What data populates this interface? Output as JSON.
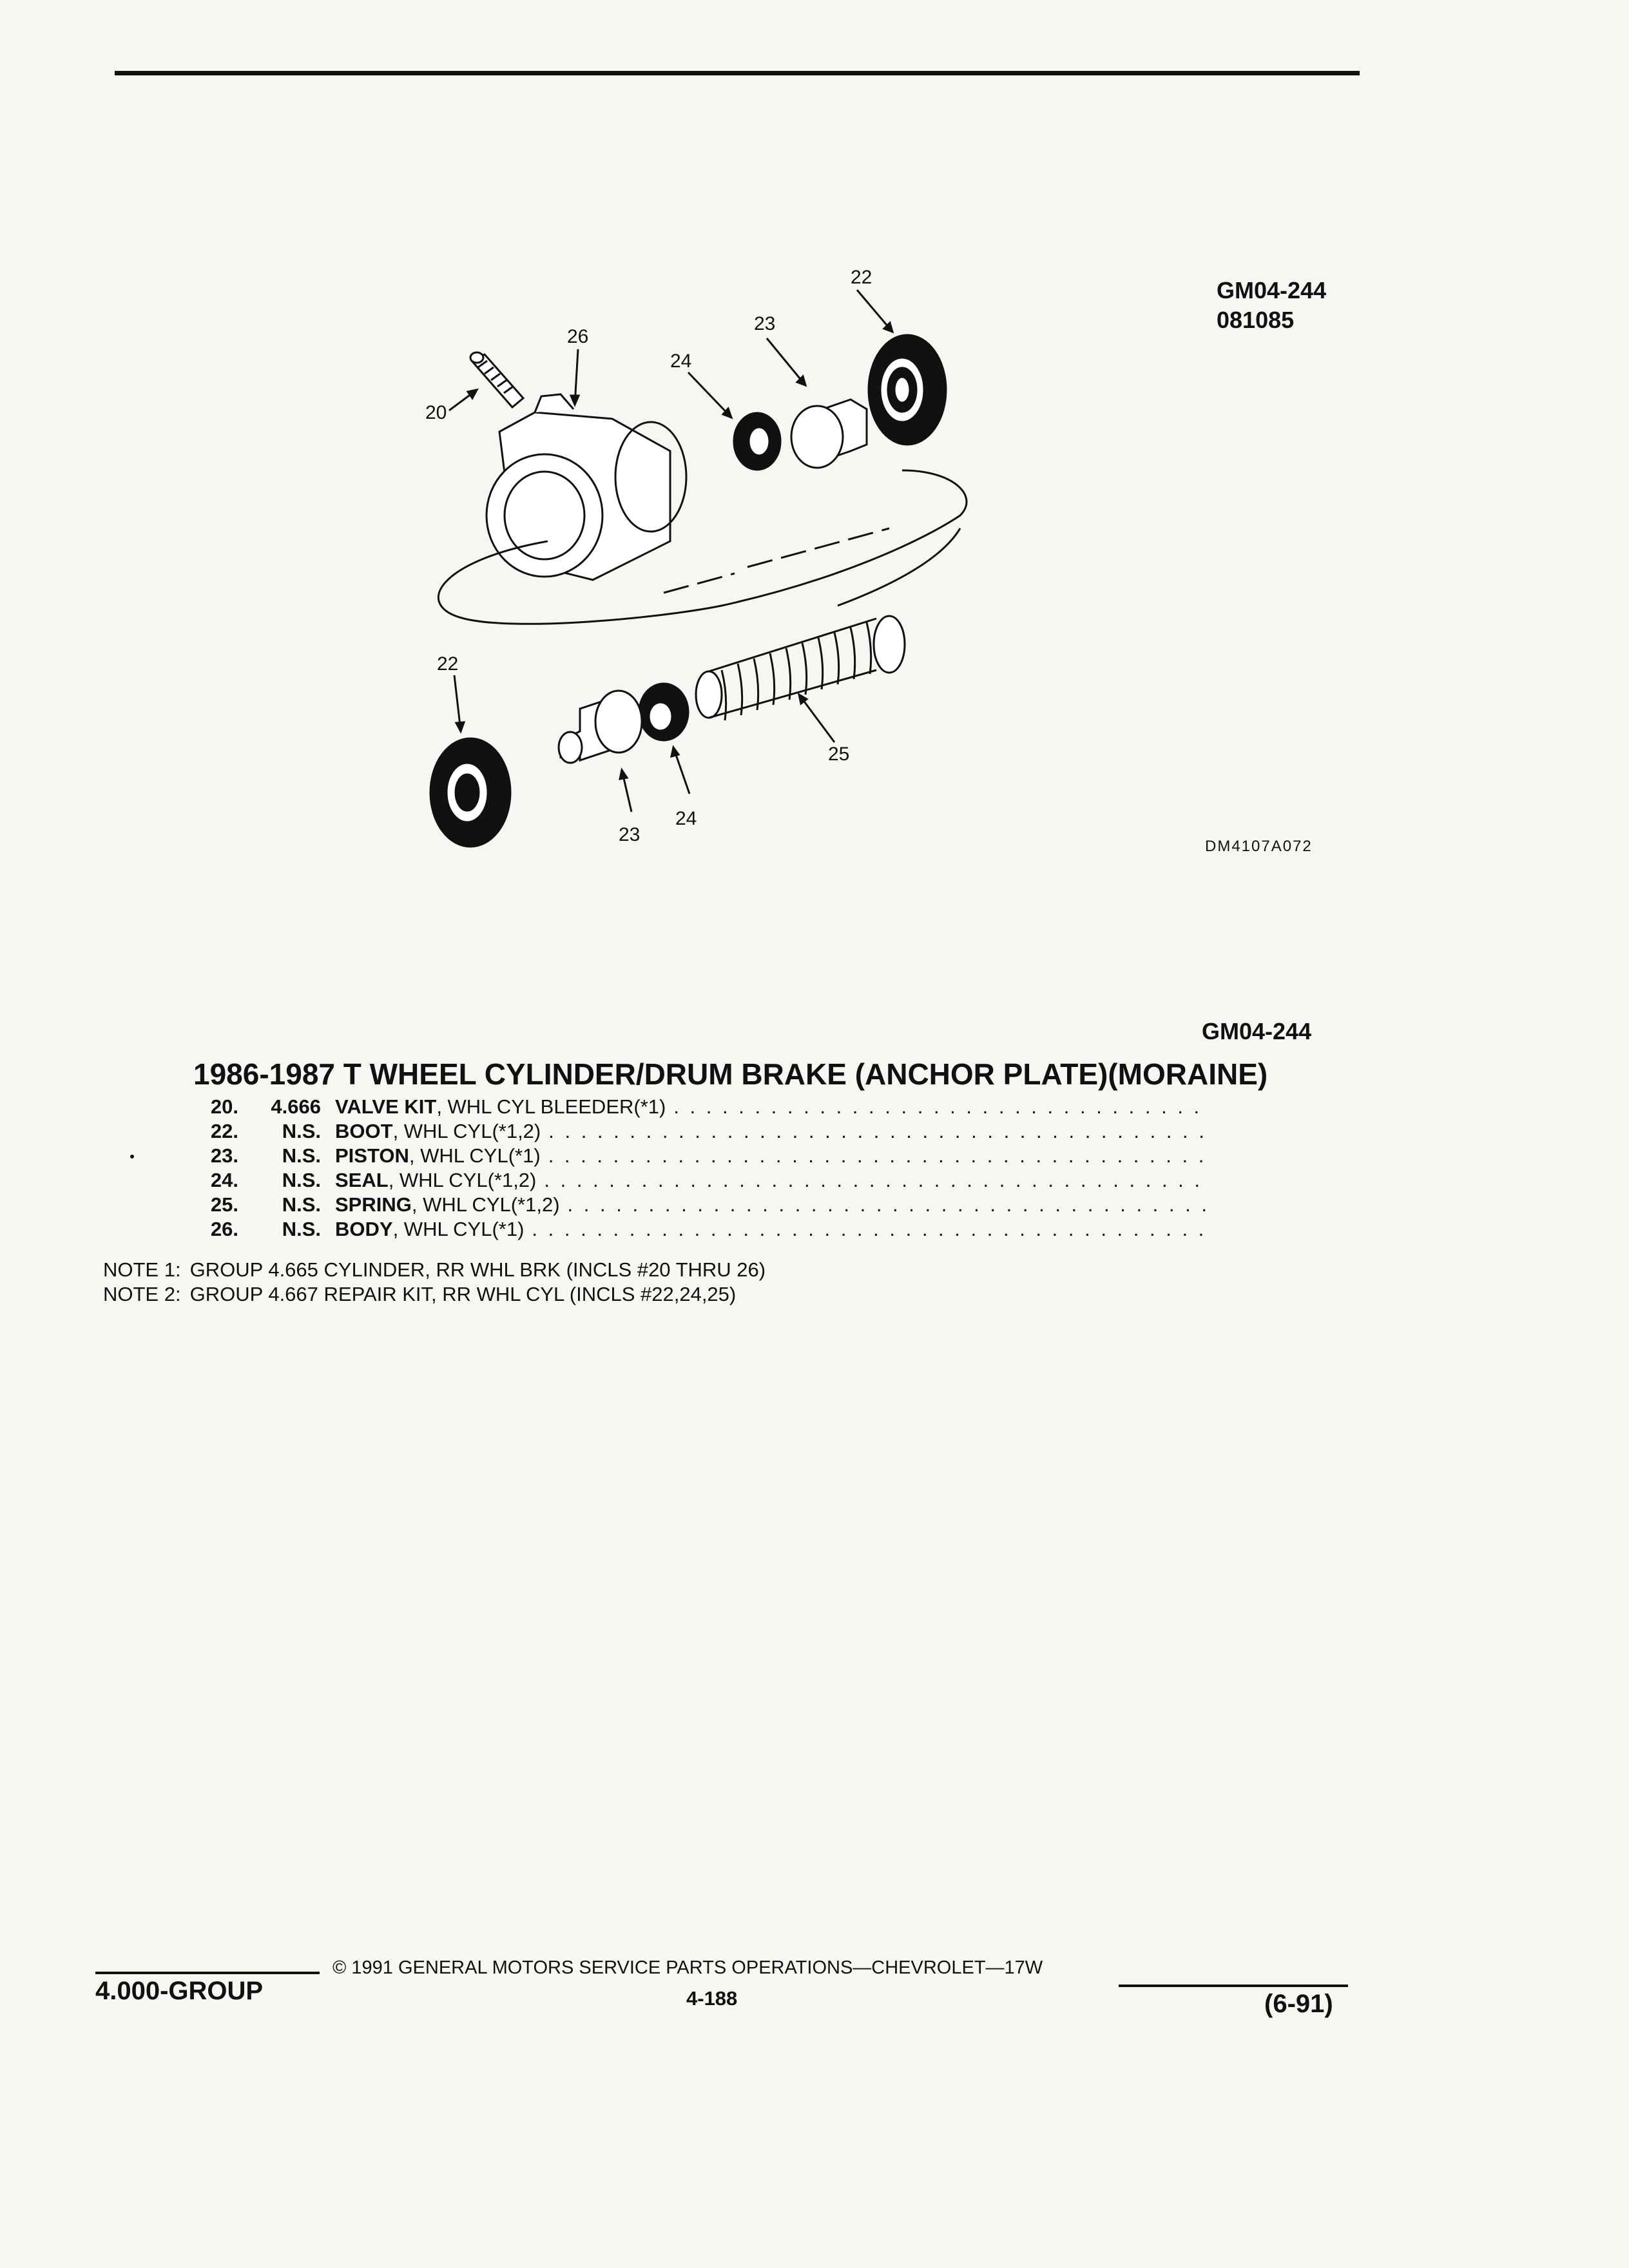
{
  "figure": {
    "code": "GM04-244",
    "date_code": "081085",
    "drawing_number": "DM4107A072",
    "callouts": [
      "20",
      "26",
      "24",
      "23",
      "22",
      "22",
      "23",
      "24",
      "25"
    ]
  },
  "section": {
    "ref_code": "GM04-244",
    "title": "1986-1987 T WHEEL CYLINDER/DRUM BRAKE (ANCHOR PLATE)(MORAINE)"
  },
  "parts": [
    {
      "num": "20.",
      "code": "4.666",
      "name": "VALVE KIT",
      "desc": ", WHL CYL BLEEDER(*1)"
    },
    {
      "num": "22.",
      "code": "N.S.",
      "name": "BOOT",
      "desc": ", WHL CYL(*1,2)"
    },
    {
      "num": "23.",
      "code": "N.S.",
      "name": "PISTON",
      "desc": ", WHL CYL(*1)"
    },
    {
      "num": "24.",
      "code": "N.S.",
      "name": "SEAL",
      "desc": ", WHL CYL(*1,2)"
    },
    {
      "num": "25.",
      "code": "N.S.",
      "name": "SPRING",
      "desc": ", WHL CYL(*1,2)"
    },
    {
      "num": "26.",
      "code": "N.S.",
      "name": "BODY",
      "desc": ", WHL CYL(*1)"
    }
  ],
  "notes": [
    {
      "label": "NOTE  1:",
      "text": "GROUP 4.665 CYLINDER, RR WHL BRK (INCLS #20 THRU 26)"
    },
    {
      "label": "NOTE  2:",
      "text": "GROUP 4.667 REPAIR KIT, RR WHL CYL (INCLS #22,24,25)"
    }
  ],
  "footer": {
    "group": "4.000-GROUP",
    "copyright": "© 1991  GENERAL MOTORS SERVICE PARTS OPERATIONS—CHEVROLET—17W",
    "page": "4-188",
    "date": "(6-91)"
  },
  "leader_dots": ". . . . . . . . . . . . . . . . . . . . . . . . . . . . . . . . . . . . . . . . . . . . . . . . . . . . . . . . . . . . . . . ."
}
